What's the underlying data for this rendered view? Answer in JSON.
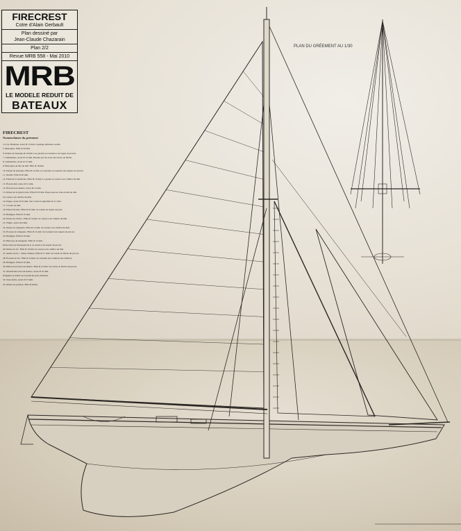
{
  "title_block": {
    "boat_name": "FIRECREST",
    "subtitle": "Cotre d'Alain Gerbault",
    "drawn_by_label": "Plan dessiné par",
    "author": "Jean-Claude Chazarain",
    "plan_number": "Plan 2/2",
    "issue": "Revue MRB 558 - Mai 2010",
    "logo_text": "MRB",
    "logo_sub1": "LE MODELE REDUIT DE",
    "logo_sub2": "BATEAUX"
  },
  "nomenclature": {
    "title": "FIRECREST",
    "subtitle": "Nomenclature du gréement",
    "items": [
      "1,2,3,4. Haubans. Acier Ø 15 mm. Capelage inférieur au mât.",
      "5. Bastaques. Filin Ø 20 mm.",
      "6. Palans de bastaque Ø 16 mm. Les garants se tournent à un taquet du pavois.",
      "7. Galhaubans. Acier Ø 12 mm. Passent par les trous des barres de flèche.",
      "8. Galhaubans. Acier Ø 12 mm.",
      "9. Bastaques de tête de mât. Filin Ø 18 mm.",
      "10. Palans de bastaque. Filin Ø 14 mm. Les garants se tournent aux taquets du pavois.",
      "11. Draille. Filin Ø 20 mm.",
      "12. Palan de la balancine. Filin Ø 16 mm. Le garant se tourne à un cabillot du mât.",
      "13. Étai du mât. Acier Ø 12 mm.",
      "14. Étai du bout-dehors. Acier Ø 12 mm.",
      "15. Drisse de la grand-voile. Filin Ø 18 mm. Passe dans un clan en tête de mât.",
      "    Se tourne à un cabillot du mât.",
      "16. Itague. Acier Ø 16 mm. Sert à tenir le guindant de la voile.",
      "17. Cercles de mât.",
      "18. Palan d'écoute. Filin Ø 18 mm. Se tourne au taquet du pont.",
      "19. Balingue. Filin Ø 10 mm.",
      "20. Drisse de clinfoc. Filin Ø 14 mm. Se tourne à un cabillot du mât.",
      "21. Filière. Acier Ø 6 mm.",
      "22. Drisse de trinquette. Filin Ø 14 mm. Se tourne à un cabillot du mât.",
      "23. Écoutes de trinquette. Filin Ø 14 mm. Se tournent aux taquets du pavois.",
      "24. Balingue. Filin Ø 10 mm.",
      "25. Hale-bas de trinquette. Filin Ø 12 mm.",
      "    Passe dans les mousquetons et se tourne à un taquet du pavois.",
      "26. Drisse de foc. Filin Ø 10 mm. Se tourne à un cabillot du mât.",
      "27. Amure de foc : drisse d'amure. Filin Ø 11 mm. Se tourne au flèche du pavois.",
      "28. Écoutes de foc. Filin Ø 14 mm. Se tournent aux cabillots des râteliers.",
      "29. Balingue. Filin Ø 10 mm.",
      "30. Hale-à-bord du bout-dehors. Filin Ø 14 mm. Se tourne au flèche du pavois.",
      "31. Moustaches du bout-dehors. Acier Ø 10 mm.",
      "    Pouppées et ridées sur la planche porte-haubans.",
      "32. Sous-barbe. Acier Ø 15 mm.",
      "33. Drisse de pavillon. Filin Ø 8 mm."
    ]
  },
  "plan_title": "PLAN DU GRÉEMENT AU 1/30",
  "colors": {
    "ink": "#2a2622",
    "paper": "#e7e2d8",
    "hull_fill": "#d9d1c1"
  }
}
